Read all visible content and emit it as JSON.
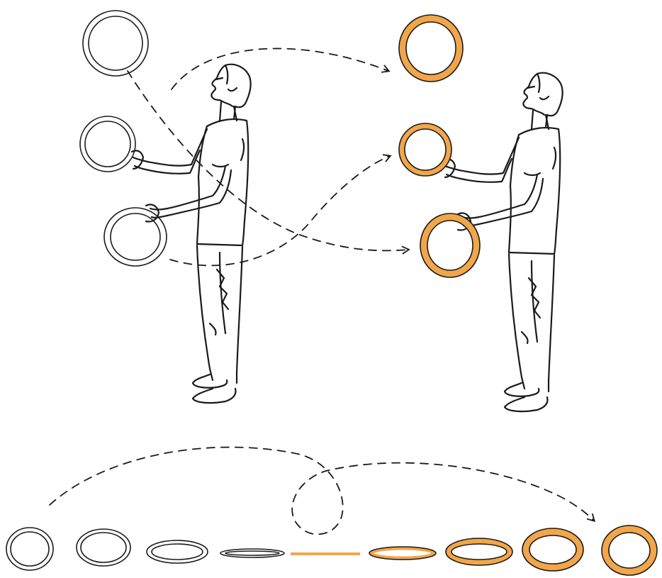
{
  "colors": {
    "ink": "#1a1a1a",
    "ring_fill": "#f2a64a",
    "background": "#ffffff"
  },
  "top_left_rings": [
    "white",
    "white",
    "white"
  ],
  "top_right_rings": [
    "orange",
    "orange",
    "orange"
  ],
  "bottom_sequence": [
    "white",
    "white",
    "white",
    "white",
    "orange",
    "orange",
    "orange",
    "orange",
    "orange"
  ]
}
